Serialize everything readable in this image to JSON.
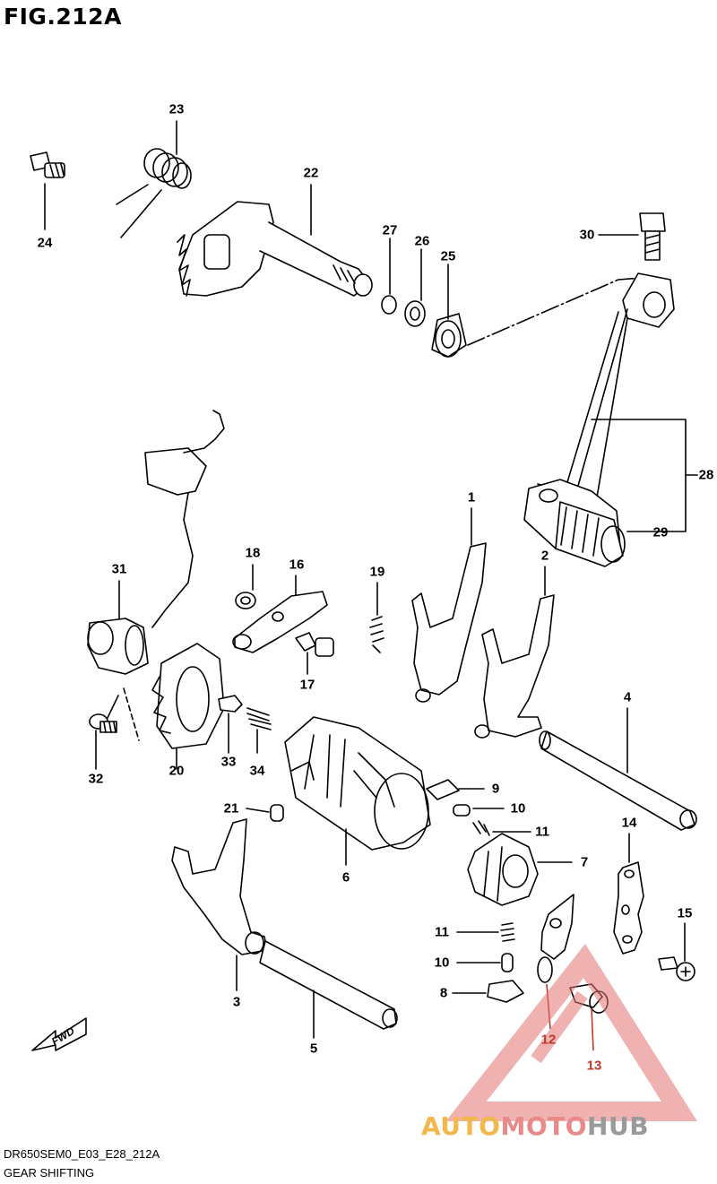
{
  "figure": {
    "title": "FIG.212A"
  },
  "footer": {
    "code": "DR650SEM0_E03_E28_212A",
    "name": "GEAR SHIFTING"
  },
  "fwd_label": "FWD",
  "watermark": {
    "part1": "AUTO",
    "part2": "MOTO",
    "part3": "HUB"
  },
  "labels": [
    {
      "id": "1",
      "text": "1"
    },
    {
      "id": "2",
      "text": "2"
    },
    {
      "id": "3",
      "text": "3"
    },
    {
      "id": "4",
      "text": "4"
    },
    {
      "id": "5",
      "text": "5"
    },
    {
      "id": "6",
      "text": "6"
    },
    {
      "id": "7",
      "text": "7"
    },
    {
      "id": "8",
      "text": "8"
    },
    {
      "id": "9",
      "text": "9"
    },
    {
      "id": "10a",
      "text": "10"
    },
    {
      "id": "10b",
      "text": "10"
    },
    {
      "id": "11a",
      "text": "11"
    },
    {
      "id": "11b",
      "text": "11"
    },
    {
      "id": "12",
      "text": "12"
    },
    {
      "id": "13",
      "text": "13"
    },
    {
      "id": "14",
      "text": "14"
    },
    {
      "id": "15",
      "text": "15"
    },
    {
      "id": "16",
      "text": "16"
    },
    {
      "id": "17",
      "text": "17"
    },
    {
      "id": "18",
      "text": "18"
    },
    {
      "id": "19",
      "text": "19"
    },
    {
      "id": "20",
      "text": "20"
    },
    {
      "id": "21",
      "text": "21"
    },
    {
      "id": "22",
      "text": "22"
    },
    {
      "id": "23",
      "text": "23"
    },
    {
      "id": "24",
      "text": "24"
    },
    {
      "id": "25",
      "text": "25"
    },
    {
      "id": "26",
      "text": "26"
    },
    {
      "id": "27",
      "text": "27"
    },
    {
      "id": "28",
      "text": "28"
    },
    {
      "id": "29",
      "text": "29"
    },
    {
      "id": "30",
      "text": "30"
    },
    {
      "id": "31",
      "text": "31"
    },
    {
      "id": "32",
      "text": "32"
    },
    {
      "id": "33",
      "text": "33"
    },
    {
      "id": "34",
      "text": "34"
    }
  ]
}
